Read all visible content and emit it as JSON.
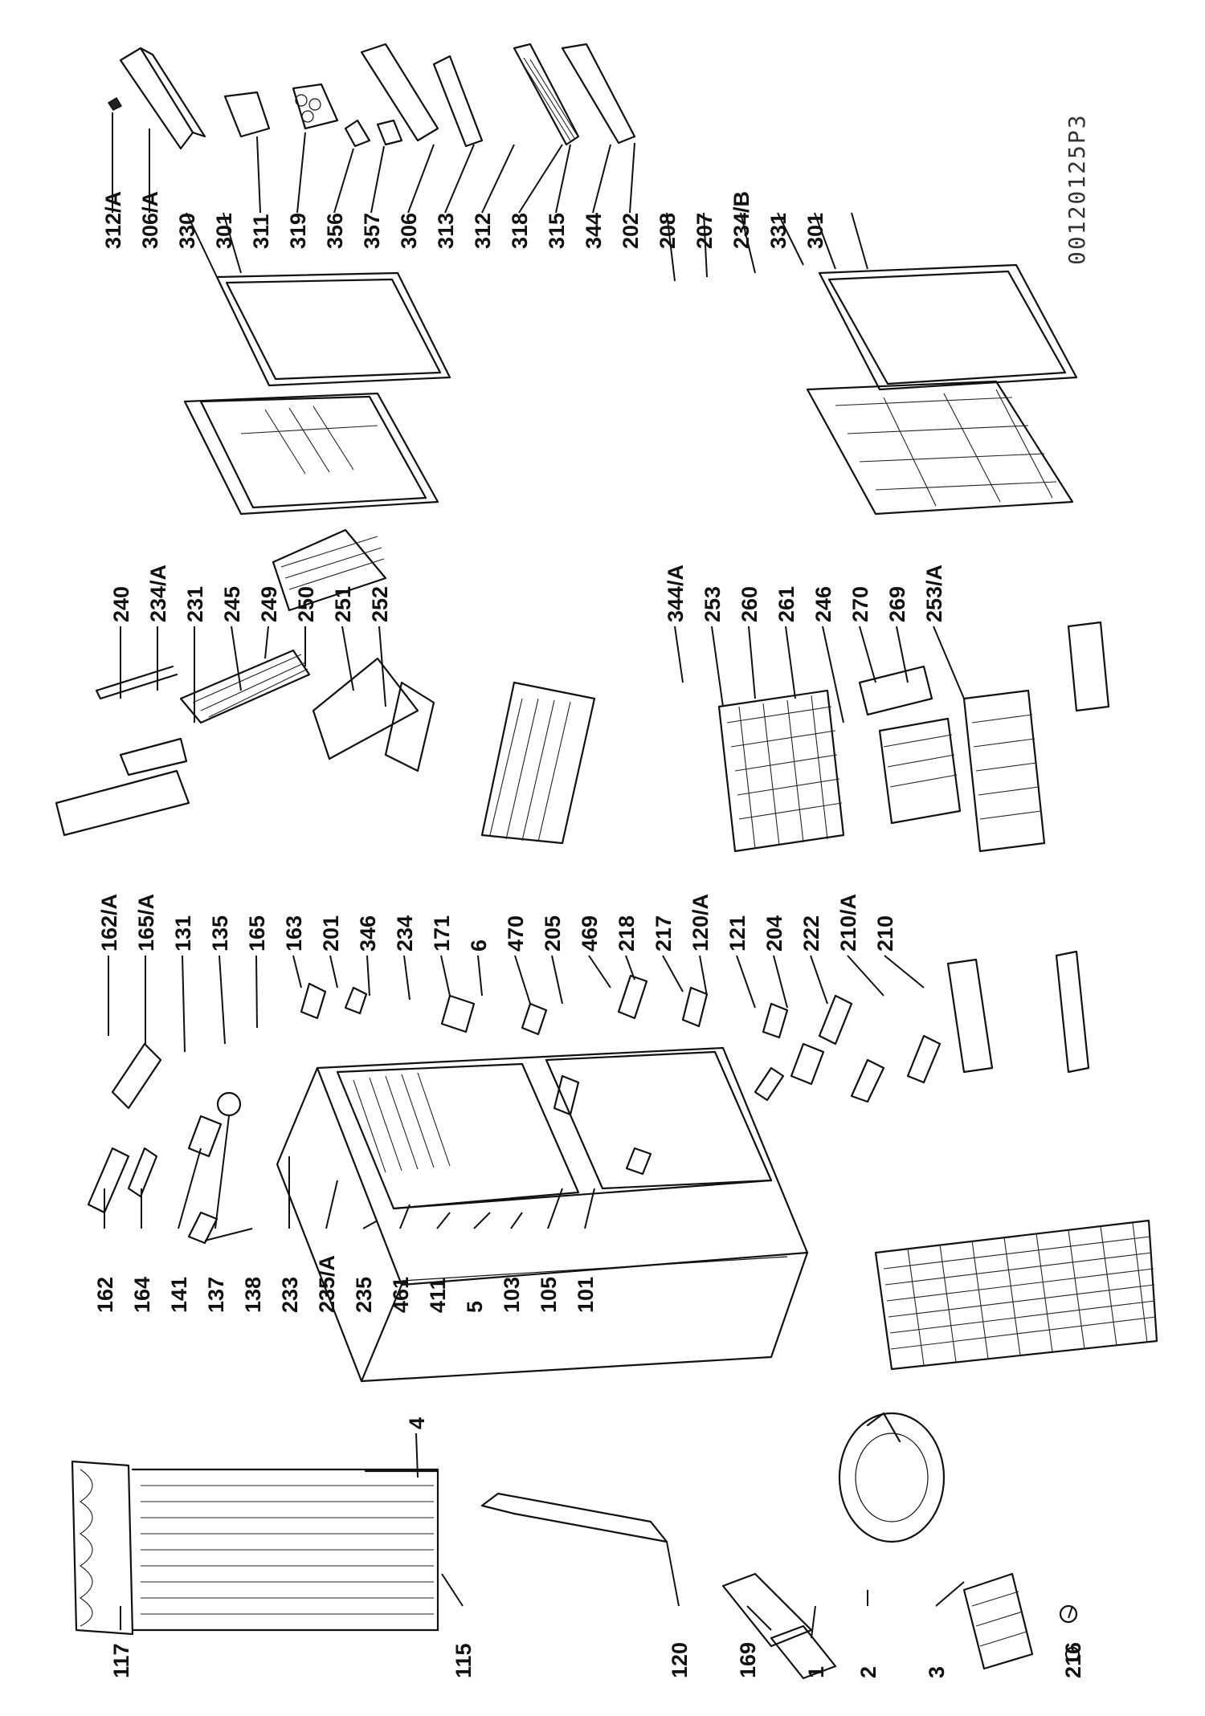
{
  "drawing_ref": "00120125P3",
  "callouts": {
    "top": [
      "312/A",
      "306/A",
      "330",
      "301",
      "311",
      "319",
      "356",
      "357",
      "306",
      "313",
      "312",
      "318",
      "315",
      "344",
      "202",
      "208",
      "207",
      "234/B",
      "331",
      "301"
    ],
    "upper_mid": [
      "240",
      "234/A",
      "231",
      "245",
      "249",
      "250",
      "251",
      "252",
      "344/A",
      "253",
      "260",
      "261",
      "246",
      "270",
      "269",
      "253/A"
    ],
    "mid": [
      "162/A",
      "165/A",
      "131",
      "135",
      "165",
      "163",
      "201",
      "346",
      "234",
      "171",
      "6",
      "470",
      "205",
      "469",
      "218",
      "217",
      "120/A",
      "121",
      "204",
      "222",
      "210/A",
      "210"
    ],
    "lower_mid": [
      "162",
      "164",
      "141",
      "137",
      "138",
      "233",
      "235/A",
      "235",
      "461",
      "411",
      "5",
      "103",
      "105",
      "101"
    ],
    "bottom": [
      "117",
      "115",
      "4",
      "120",
      "169",
      "1",
      "2",
      "3",
      "216"
    ]
  }
}
